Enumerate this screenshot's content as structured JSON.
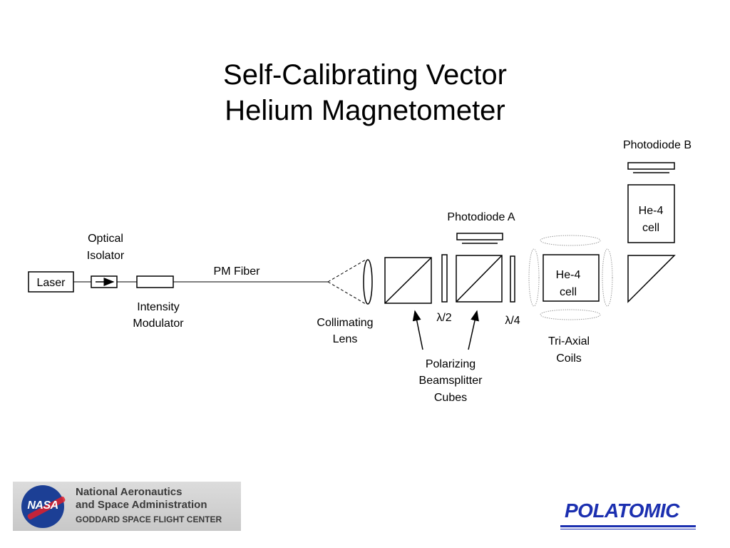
{
  "title": {
    "line1": "Self-Calibrating Vector",
    "line2": "Helium Magnetometer"
  },
  "labels": {
    "laser": "Laser",
    "optical_isolator_1": "Optical",
    "optical_isolator_2": "Isolator",
    "intensity_modulator_1": "Intensity",
    "intensity_modulator_2": "Modulator",
    "pm_fiber": "PM Fiber",
    "collimating_lens_1": "Collimating",
    "collimating_lens_2": "Lens",
    "half_wave": "λ/2",
    "quarter_wave": "λ/4",
    "photodiode_a": "Photodiode A",
    "photodiode_b": "Photodiode B",
    "he4_cell_main_1": "He-4",
    "he4_cell_main_2": "cell",
    "he4_cell_top_1": "He-4",
    "he4_cell_top_2": "cell",
    "tri_axial_1": "Tri-Axial",
    "tri_axial_2": "Coils",
    "pbs_1": "Polarizing",
    "pbs_2": "Beamsplitter",
    "pbs_3": "Cubes"
  },
  "logos": {
    "nasa": {
      "wordmark": "NASA",
      "line1": "National Aeronautics",
      "line2": "and Space Administration",
      "line3": "GODDARD SPACE FLIGHT CENTER"
    },
    "polatomic": {
      "text": "POLATOMIC"
    }
  },
  "colors": {
    "polatomic_blue": "#1b2fb0",
    "nasa_blue": "#1c3f95",
    "nasa_red": "#e0202a"
  }
}
